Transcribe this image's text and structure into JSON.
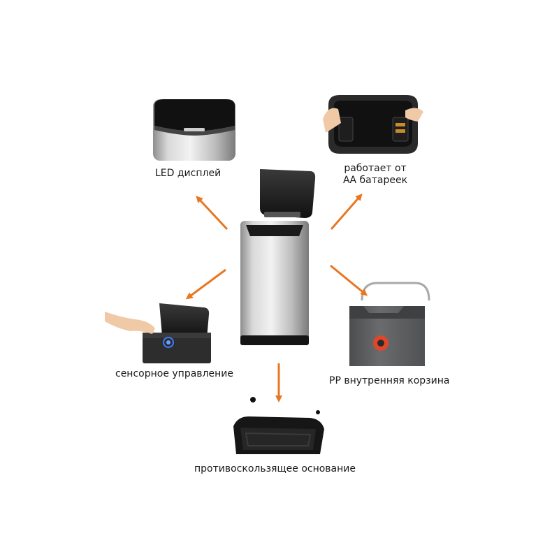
{
  "colors": {
    "arrow": "#e87722",
    "steel_light": "#e6e6e6",
    "steel_dark": "#8c8c8c",
    "lid_black": "#1c1c1c",
    "bucket_grey": "#5f6062",
    "sensor_blue": "#3a7bff"
  },
  "labels": {
    "led_display": "LED дисплей",
    "batteries_line1": "работает от",
    "batteries_line2": "АА батареек",
    "touch_control": "сенсорное управление",
    "pp_inner_bucket": "PP внутренняя корзина",
    "anti_slip_base": "противоскользящее основание"
  }
}
